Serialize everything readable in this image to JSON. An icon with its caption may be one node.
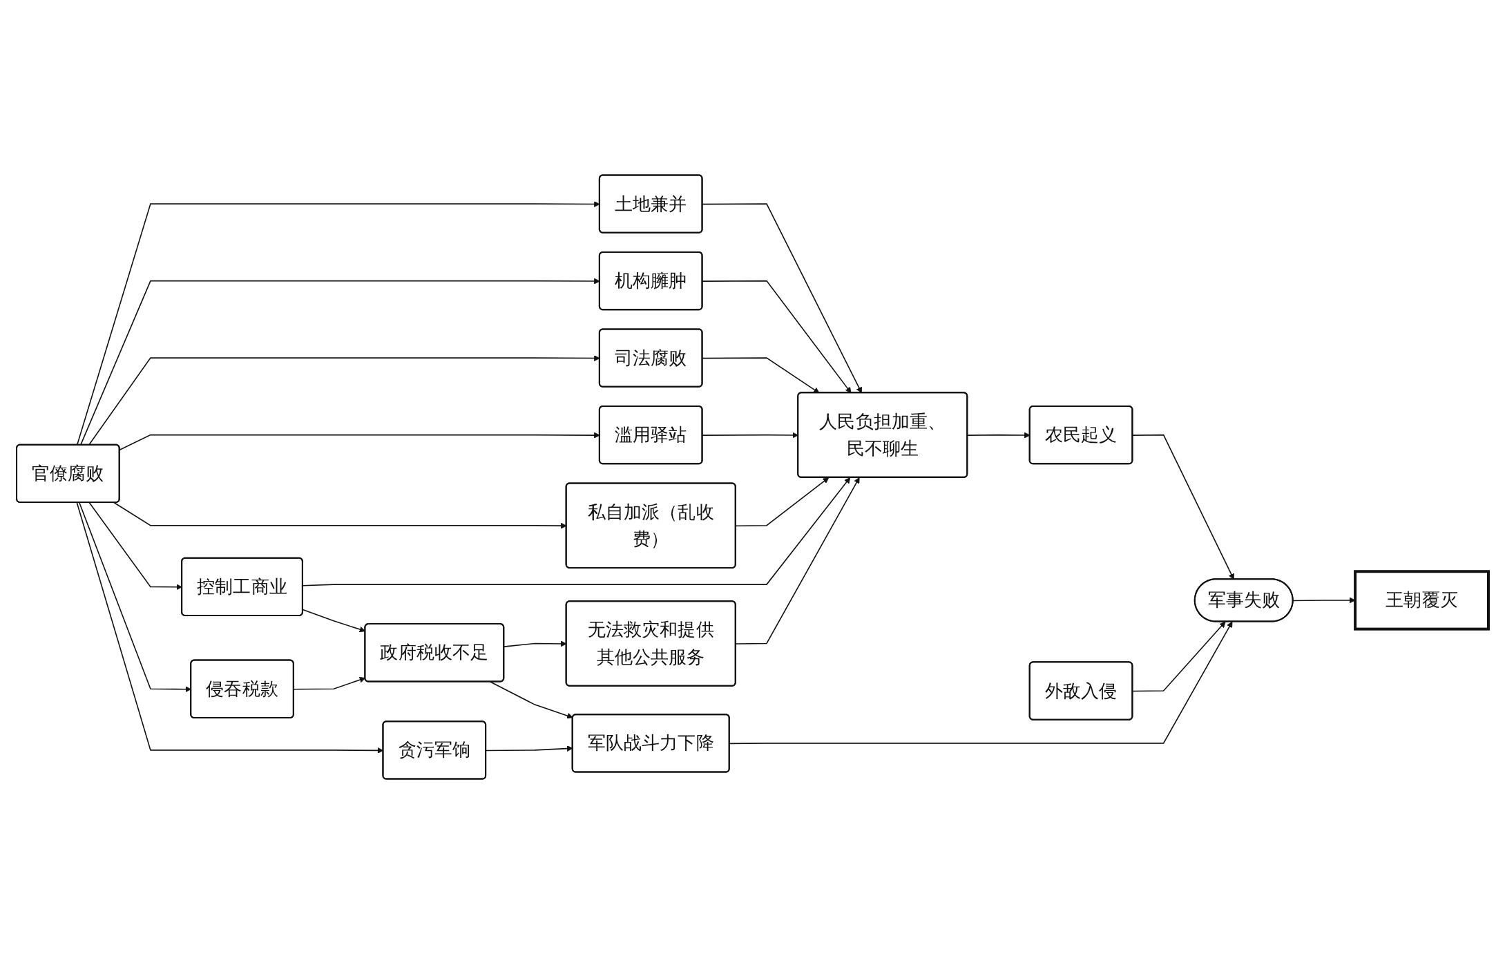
{
  "diagram": {
    "nodes": [
      {
        "text": [
          "官僚腐败"
        ]
      },
      {
        "text": [
          "土地兼并"
        ]
      },
      {
        "text": [
          "机构臃肿"
        ]
      },
      {
        "text": [
          "司法腐败"
        ]
      },
      {
        "text": [
          "滥用驿站"
        ]
      },
      {
        "text": [
          "私自加派（乱收费）"
        ]
      },
      {
        "text": [
          "控制工商业"
        ]
      },
      {
        "text": [
          "侵吞税款"
        ]
      },
      {
        "text": [
          "贪污军饷"
        ]
      },
      {
        "text": [
          "人民负担加重、民不聊生"
        ]
      },
      {
        "text": [
          "无法救灾和提供其他公共服务"
        ]
      },
      {
        "text": [
          "政府税收不足"
        ]
      },
      {
        "text": [
          "军队战斗力下降"
        ]
      },
      {
        "text": [
          "农民起义"
        ]
      },
      {
        "text": [
          "军事失败"
        ]
      },
      {
        "text": [
          "外敌入侵"
        ]
      },
      {
        "text": [
          "王朝覆灭"
        ]
      }
    ],
    "edges": [
      {
        "from": 0,
        "to": 1,
        "arrow": "to"
      },
      {
        "from": 0,
        "to": 2,
        "arrow": "to"
      },
      {
        "from": 0,
        "to": 3,
        "arrow": "to"
      },
      {
        "from": 0,
        "to": 4,
        "arrow": "to"
      },
      {
        "from": 0,
        "to": 5,
        "arrow": "to"
      },
      {
        "from": 0,
        "to": 6,
        "arrow": "to"
      },
      {
        "from": 0,
        "to": 7,
        "arrow": "to"
      },
      {
        "from": 0,
        "to": 8,
        "arrow": "to"
      },
      {
        "from": 1,
        "to": 9,
        "arrow": "to"
      },
      {
        "from": 2,
        "to": 9,
        "arrow": "to"
      },
      {
        "from": 3,
        "to": 9,
        "arrow": "to"
      },
      {
        "from": 4,
        "to": 9,
        "arrow": "to"
      },
      {
        "from": 5,
        "to": 9,
        "arrow": "to"
      },
      {
        "from": 6,
        "to": 9,
        "arrow": "to"
      },
      {
        "from": 6,
        "to": 11,
        "arrow": "to"
      },
      {
        "from": 7,
        "to": 11,
        "arrow": "to"
      },
      {
        "from": 8,
        "to": 12,
        "arrow": "to"
      },
      {
        "from": 11,
        "to": 10,
        "arrow": "to"
      },
      {
        "from": 10,
        "to": 9,
        "arrow": "to"
      },
      {
        "from": 11,
        "to": 12,
        "arrow": "to"
      },
      {
        "from": 9,
        "to": 13,
        "arrow": "to"
      },
      {
        "from": 13,
        "to": 14,
        "arrow": "to"
      },
      {
        "from": 12,
        "to": 14,
        "arrow": "to"
      },
      {
        "from": 15,
        "to": 14,
        "arrow": "to"
      },
      {
        "from": 14,
        "to": 16,
        "arrow": "to"
      }
    ]
  }
}
